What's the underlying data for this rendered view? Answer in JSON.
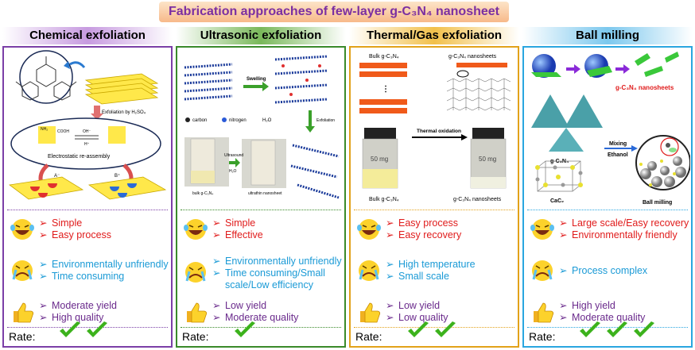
{
  "title": "Fabrication approaches of few-layer g-C₃N₄ nanosheet",
  "rate_label": "Rate:",
  "columns": [
    {
      "header": "Chemical exfoliation",
      "fig": {
        "label_exfoliation": "Exfoliation by H₂SO₄",
        "label_reassembly": "Electrostatic re-assembly",
        "label_oh": "OH⁻",
        "label_h": "H⁺",
        "label_a": "A⁻",
        "label_b": "B⁺",
        "label_nh2": "NH₂",
        "label_cooh": "COOH"
      },
      "pros": [
        "Simple",
        "Easy process"
      ],
      "cons": [
        "Environmentally unfriendly",
        "Time consuming"
      ],
      "yield": [
        "Moderate yield",
        "High quality"
      ],
      "rate": 2
    },
    {
      "header": "Ultrasonic exfoliation",
      "fig": {
        "label_swelling": "Swelling",
        "label_exfoliation": "Exfoliation",
        "label_carbon": "carbon",
        "label_nitrogen": "nitrogen",
        "label_h2o": "H₂O",
        "label_ultrasound": "Ultrasound",
        "label_h2o2": "H₂O",
        "label_bulk": "bulk g-C₃N₄",
        "label_ultrathin": "ultrathin nanosheet"
      },
      "pros": [
        "Simple",
        "Effective"
      ],
      "cons": [
        "Environmentally unfriendly",
        "Time consuming/Small scale/Low efficiency"
      ],
      "yield": [
        "Low yield",
        "Moderate quality"
      ],
      "rate": 1
    },
    {
      "header": "Thermal/Gas exfoliation",
      "fig": {
        "label_bulk_top": "Bulk g-C₃N₄",
        "label_nano_top": "g-C₃N₄ nanosheets",
        "label_thermal": "Thermal oxidation",
        "label_mg1": "50 mg",
        "label_mg2": "50 mg",
        "label_bulk_bottom": "Bulk g-C₃N₄",
        "label_nano_bottom": "g-C₃N₄ nanosheets"
      },
      "pros": [
        "Easy process",
        "Easy recovery"
      ],
      "cons": [
        "High temperature",
        "Small scale"
      ],
      "yield": [
        "Low yield",
        "Low quality"
      ],
      "rate": 2
    },
    {
      "header": "Ball milling",
      "fig": {
        "label_nanosheets": "g-C₃N₄ nanosheets",
        "label_gcn": "g-C₃N₄",
        "label_mixing": "Mixing",
        "label_ethanol": "Ethanol",
        "label_cac2": "CaC₂",
        "label_ballmilling": "Ball milling"
      },
      "pros": [
        "Large scale/Easy recovery",
        "Environmentally friendly"
      ],
      "cons": [
        "Process complex"
      ],
      "yield": [
        "High yield",
        "Moderate quality"
      ],
      "rate": 3
    }
  ],
  "colors": {
    "col1": "#7b3fa7",
    "col2": "#3a8a2a",
    "col3": "#e2a21a",
    "col4": "#2aa6e0",
    "check": "#3cb21c"
  }
}
